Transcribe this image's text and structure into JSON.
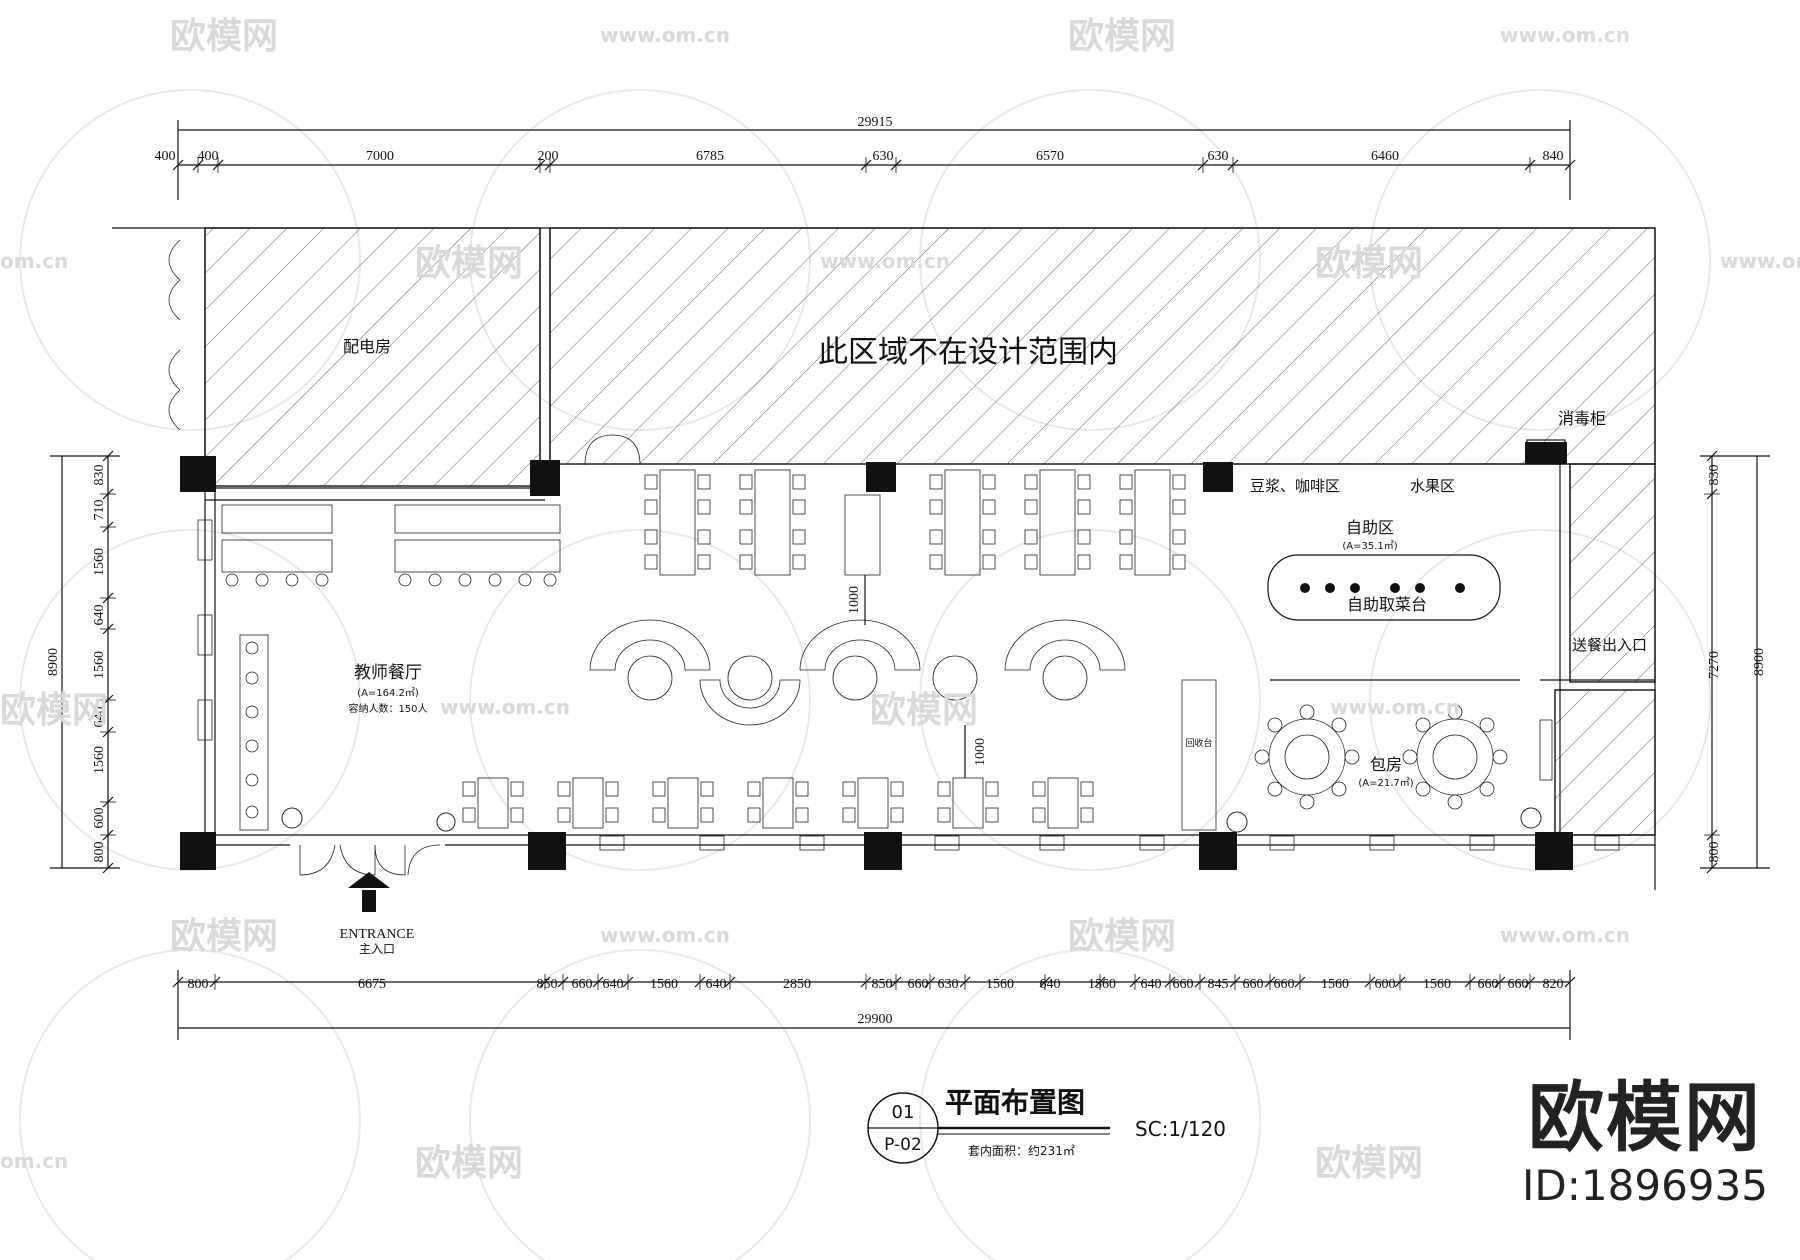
{
  "watermark": {
    "logo_text": "欧模网",
    "url_text": "www.om.cn",
    "url_fragment": "om.cn"
  },
  "top_dimensions": {
    "total": "29915",
    "segments": [
      "400",
      "400",
      "7000",
      "200",
      "6785",
      "630",
      "6570",
      "630",
      "6460",
      "840"
    ]
  },
  "bottom_dimensions": {
    "total": "29900",
    "segments": [
      "800",
      "6675",
      "850",
      "660",
      "640",
      "1560",
      "640",
      "2850",
      "850",
      "660",
      "630",
      "1560",
      "640",
      "1560",
      "640",
      "660",
      "845",
      "660",
      "660",
      "1560",
      "600",
      "1560",
      "660",
      "660",
      "820"
    ]
  },
  "left_dimensions": {
    "total": "8900",
    "segments": [
      "830",
      "710",
      "1560",
      "640",
      "1560",
      "640",
      "1560",
      "600",
      "800"
    ]
  },
  "right_dimensions": {
    "total": "8900",
    "segments": [
      "830",
      "7270",
      "800"
    ]
  },
  "rooms": {
    "power_room": "配电房",
    "out_of_scope": "此区域不在设计范围内",
    "teacher_dining": {
      "name": "教师餐厅",
      "area": "(A=164.2㎡)",
      "capacity": "容纳人数：150人"
    },
    "self_service": {
      "name": "自助区",
      "area": "(A=35.1㎡)"
    },
    "buffet_counter": "自助取菜台",
    "soy_coffee": "豆浆、咖啡区",
    "fruit": "水果区",
    "sterilizer": "消毒柜",
    "delivery": "送餐出入口",
    "private_room": {
      "name": "包房",
      "area": "(A=21.7㎡)"
    },
    "recycle": "回收台",
    "entrance_en": "ENTRANCE",
    "entrance_cn": "主入口"
  },
  "aisle_dims": [
    "1000",
    "1000"
  ],
  "title_block": {
    "number": "01",
    "sheet": "P-02",
    "title": "平面布置图",
    "scale": "SC:1/120",
    "area_note": "套内面积：约231㎡"
  },
  "brand": {
    "logo": "欧模网",
    "id": "ID:1896935"
  }
}
